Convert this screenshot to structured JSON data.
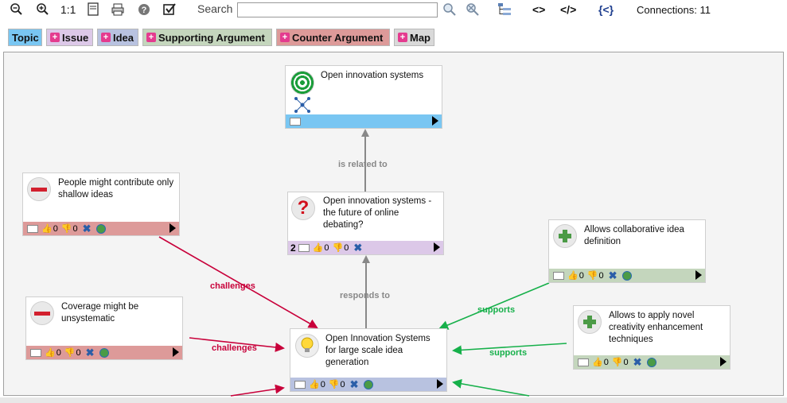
{
  "toolbar": {
    "zoom_actual_label": "1:1",
    "search_label": "Search",
    "search_value": "",
    "code_label": "<>",
    "edit_code_label": "</>",
    "braces_label": "{<}",
    "connections": "Connections: 11"
  },
  "filters": {
    "topic": "Topic",
    "issue": "Issue",
    "idea": "Idea",
    "supporting": "Supporting Argument",
    "counter": "Counter Argument",
    "map": "Map"
  },
  "colors": {
    "topic": "#79c6f2",
    "issue": "#dcc8e8",
    "idea": "#b8c2e0",
    "supporting": "#c4d6bd",
    "counter": "#dd9a99",
    "map": "#d9d9d9",
    "challenges": "#c8003a",
    "supports": "#16b04a",
    "neutral": "#888888"
  },
  "nodes": {
    "topic": {
      "title": "Open innovation systems"
    },
    "issue": {
      "title": "Open innovation systems - the future of online debating?",
      "count": "2",
      "up": "0",
      "down": "0"
    },
    "idea": {
      "title": "Open Innovation Systems for large scale idea generation",
      "up": "0",
      "down": "0"
    },
    "con1": {
      "title": "People might contribute only shallow ideas",
      "up": "0",
      "down": "0"
    },
    "con2": {
      "title": "Coverage might be unsystematic",
      "up": "0",
      "down": "0"
    },
    "pro1": {
      "title": "Allows collaborative idea definition",
      "up": "0",
      "down": "0"
    },
    "pro2": {
      "title": "Allows to apply novel creativity enhancement techniques",
      "up": "0",
      "down": "0"
    }
  },
  "links": {
    "related": "is related to",
    "responds": "responds to",
    "challenges1": "challenges",
    "challenges2": "challenges",
    "supports1": "supports",
    "supports2": "supports"
  }
}
